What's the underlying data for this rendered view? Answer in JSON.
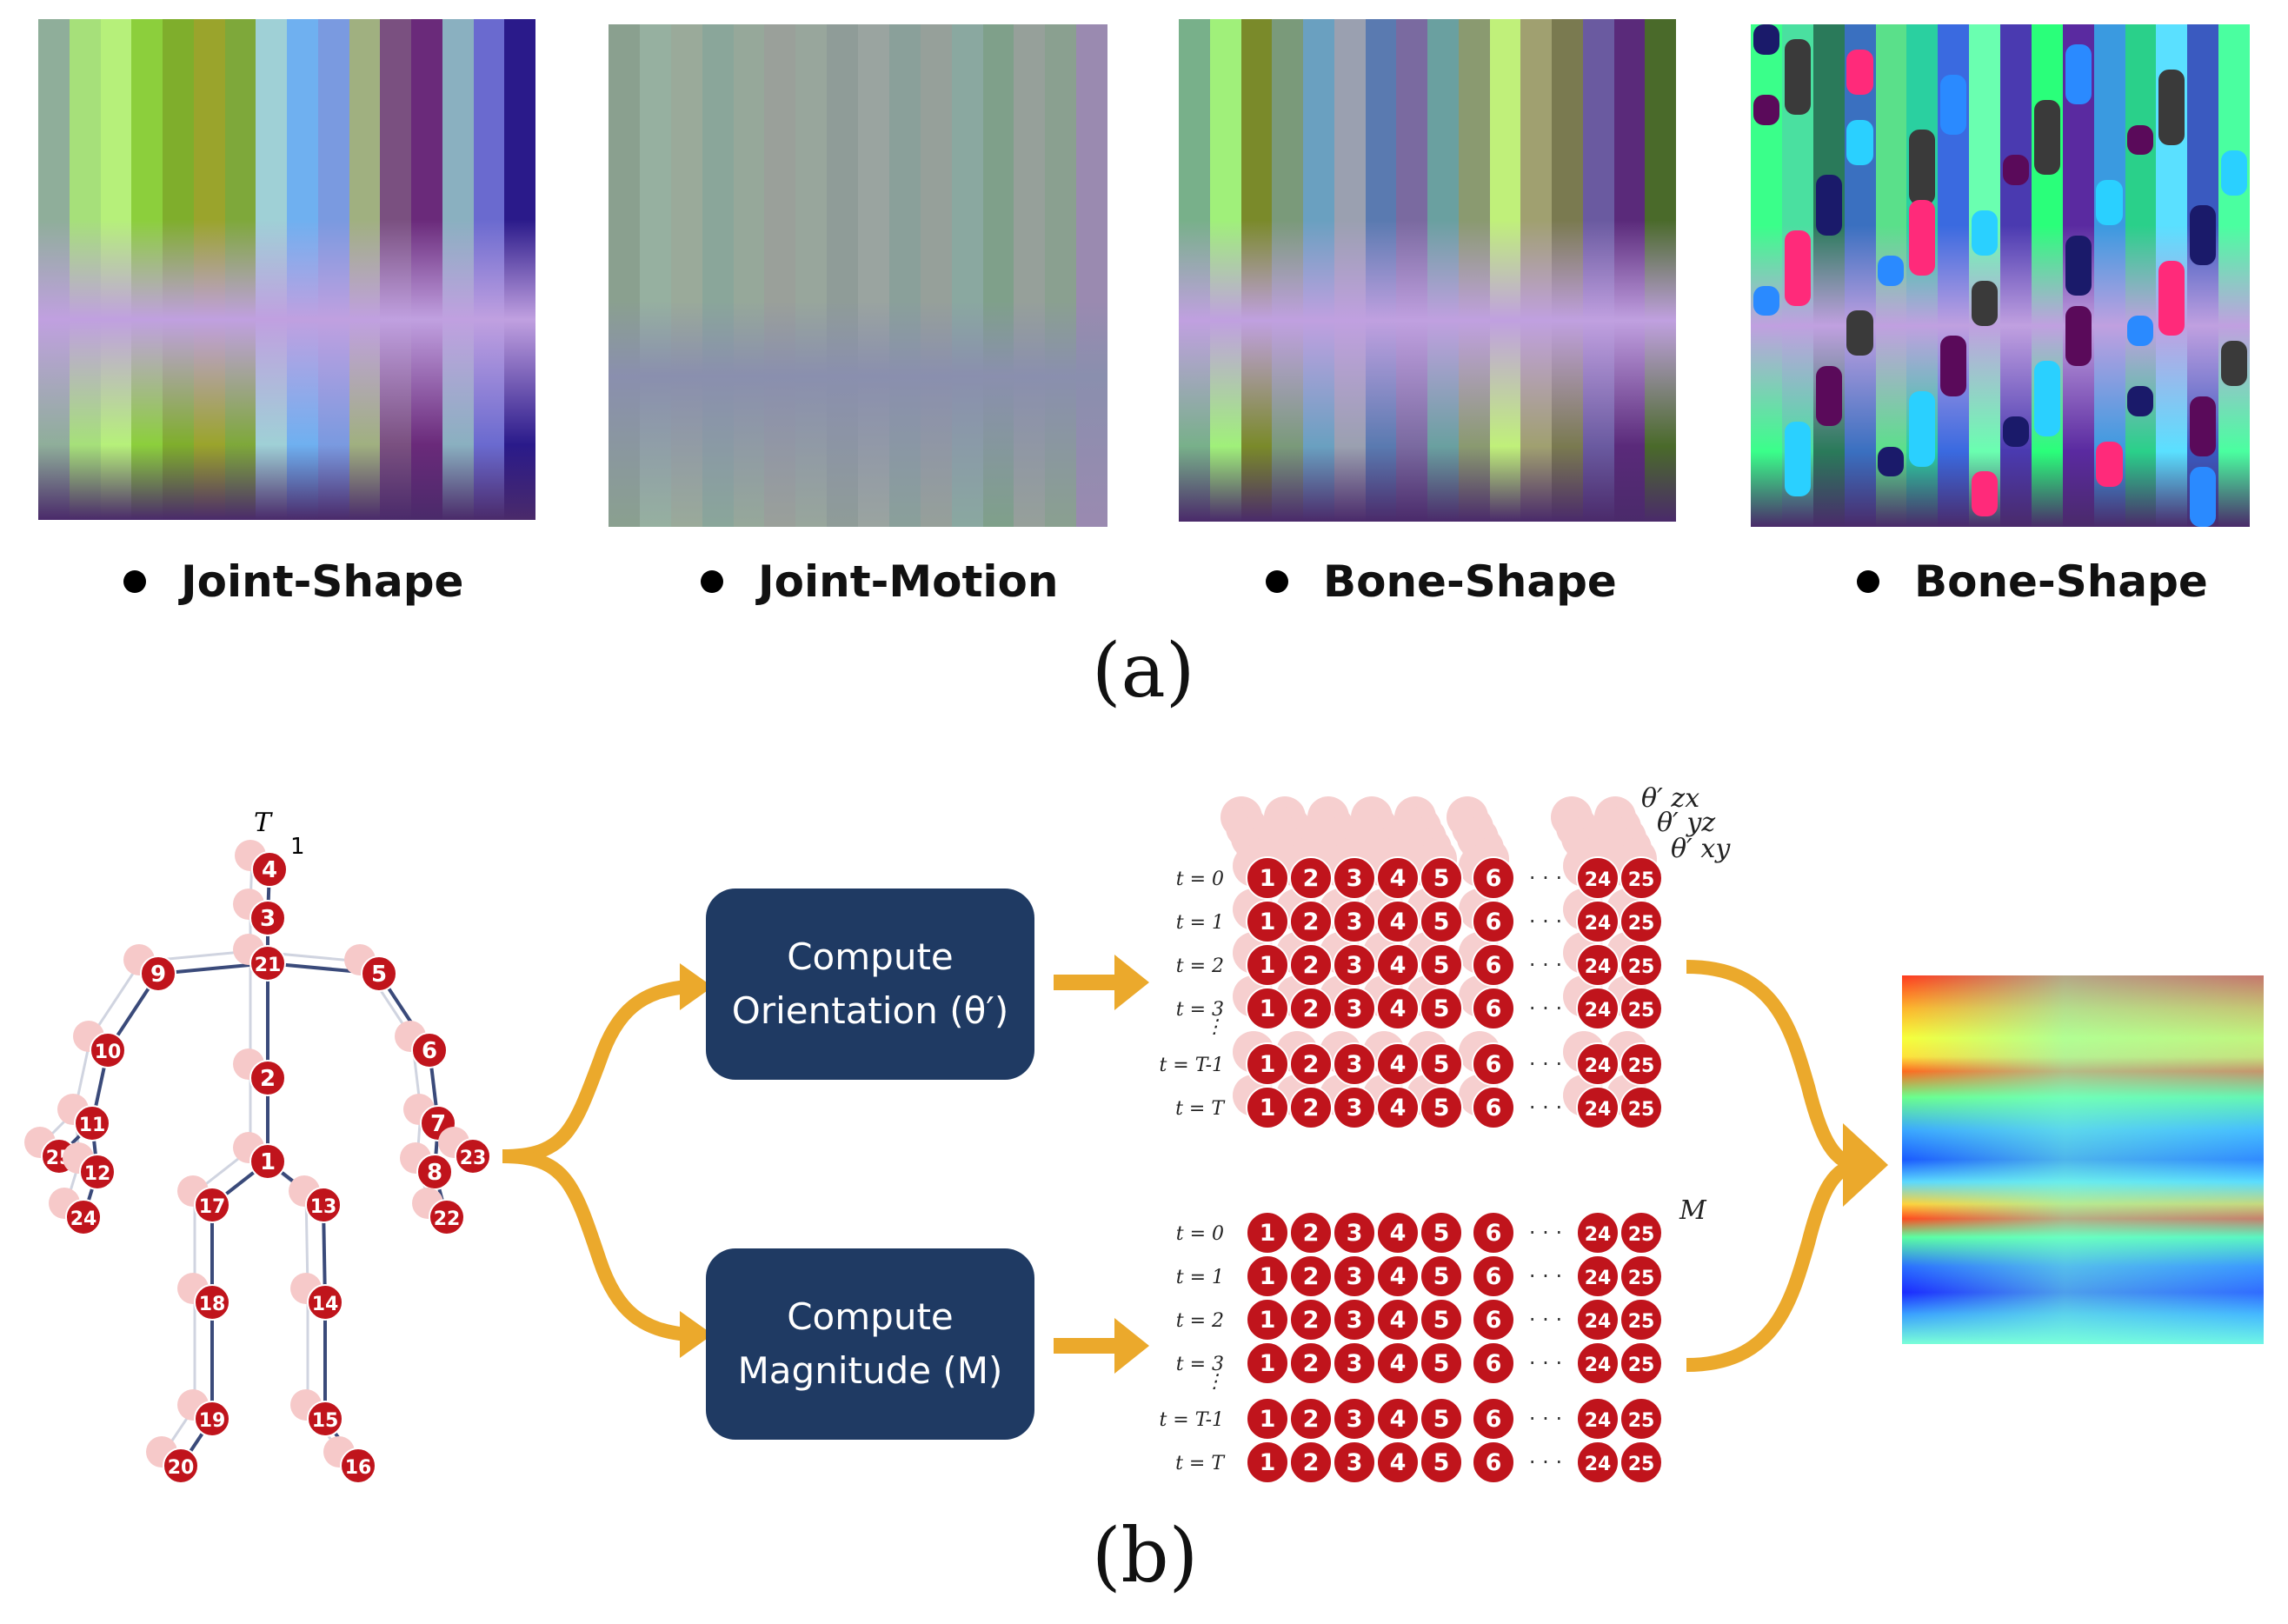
{
  "panel_a": {
    "legends": [
      "Joint-Shape",
      "Joint-Motion",
      "Bone-Shape",
      "Bone-Shape"
    ],
    "caption": "(a)"
  },
  "panel_b": {
    "caption": "(b)",
    "box_orientation": {
      "line1": "Compute",
      "line2": "Orientation (θ′)"
    },
    "box_magnitude": {
      "line1": "Compute",
      "line2": "Magnitude (M)"
    },
    "time_labels": [
      "t = 0",
      "t = 1",
      "t = 2",
      "t = 3",
      "⋮",
      "t = T-1",
      "t = T"
    ],
    "joint_seq": [
      "1",
      "2",
      "3",
      "4",
      "5",
      "6",
      "24",
      "25"
    ],
    "dots": "· · ·",
    "theta_labels": [
      "θ′ zx",
      "θ′ yz",
      "θ′ xy"
    ],
    "m_label": "M",
    "skeleton_top_label": "T",
    "skeleton_top_sub": "1",
    "skeleton_joints": [
      "4",
      "3",
      "21",
      "9",
      "5",
      "10",
      "6",
      "2",
      "11",
      "7",
      "25",
      "12",
      "23",
      "8",
      "24",
      "22",
      "1",
      "17",
      "13",
      "18",
      "14",
      "19",
      "15",
      "20",
      "16"
    ]
  },
  "colors": {
    "joint_red": "#c0141c",
    "joint_shadow": "#f6c9c9",
    "box_navy": "#1f3a63",
    "arrow_orange": "#eba92c"
  }
}
